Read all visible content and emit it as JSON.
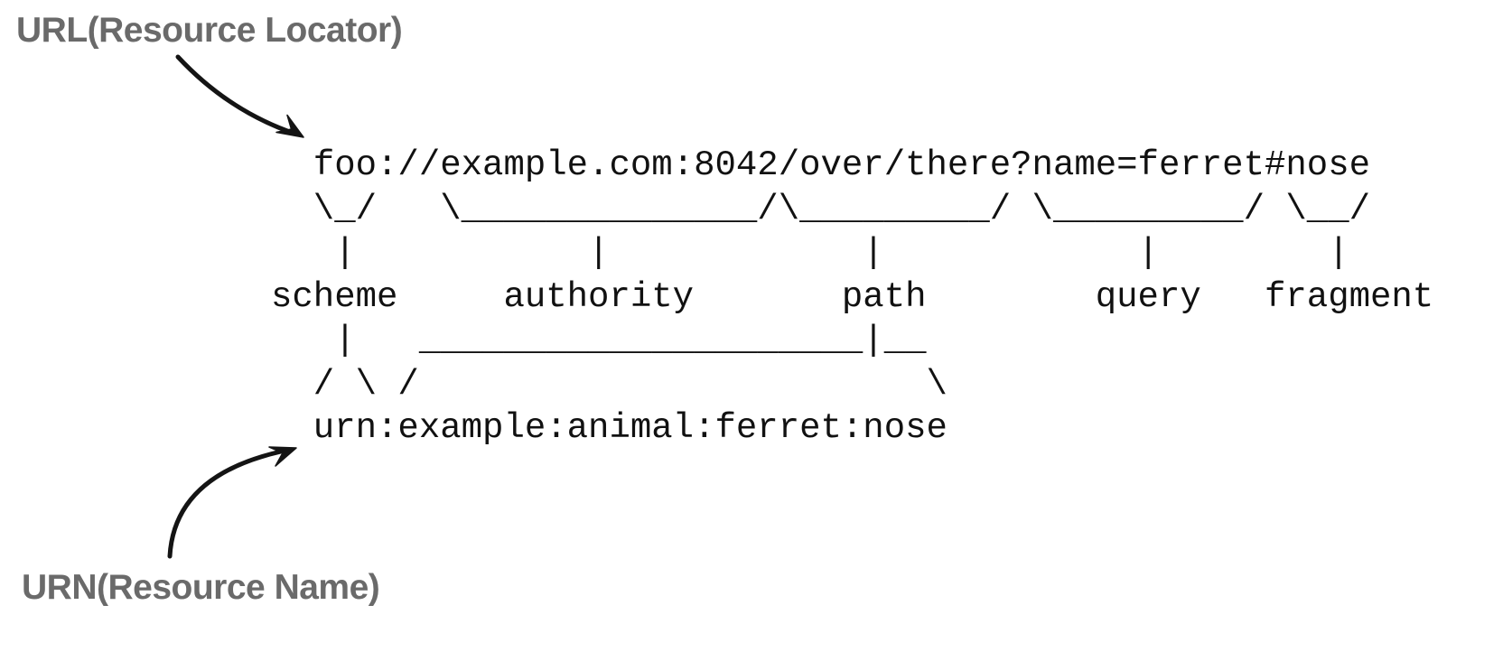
{
  "diagram": {
    "url_label": "URL(Resource Locator)",
    "urn_label": "URN(Resource Name)",
    "url_example": "foo://example.com:8042/over/there?name=ferret#nose",
    "urn_example": "urn:example:animal:ferret:nose",
    "components": [
      "scheme",
      "authority",
      "path",
      "query",
      "fragment"
    ],
    "ascii_art": [
      "  foo://example.com:8042/over/there?name=ferret#nose",
      "  \\_/   \\______________/\\_________/ \\_________/ \\__/",
      "   |           |            |            |        |",
      "scheme     authority       path        query   fragment",
      "   |   _____________________|__",
      "  / \\ /                        \\",
      "  urn:example:animal:ferret:nose"
    ],
    "colors": {
      "label_gray": "#6a6a6a",
      "text_black": "#111111",
      "background": "#ffffff"
    }
  }
}
